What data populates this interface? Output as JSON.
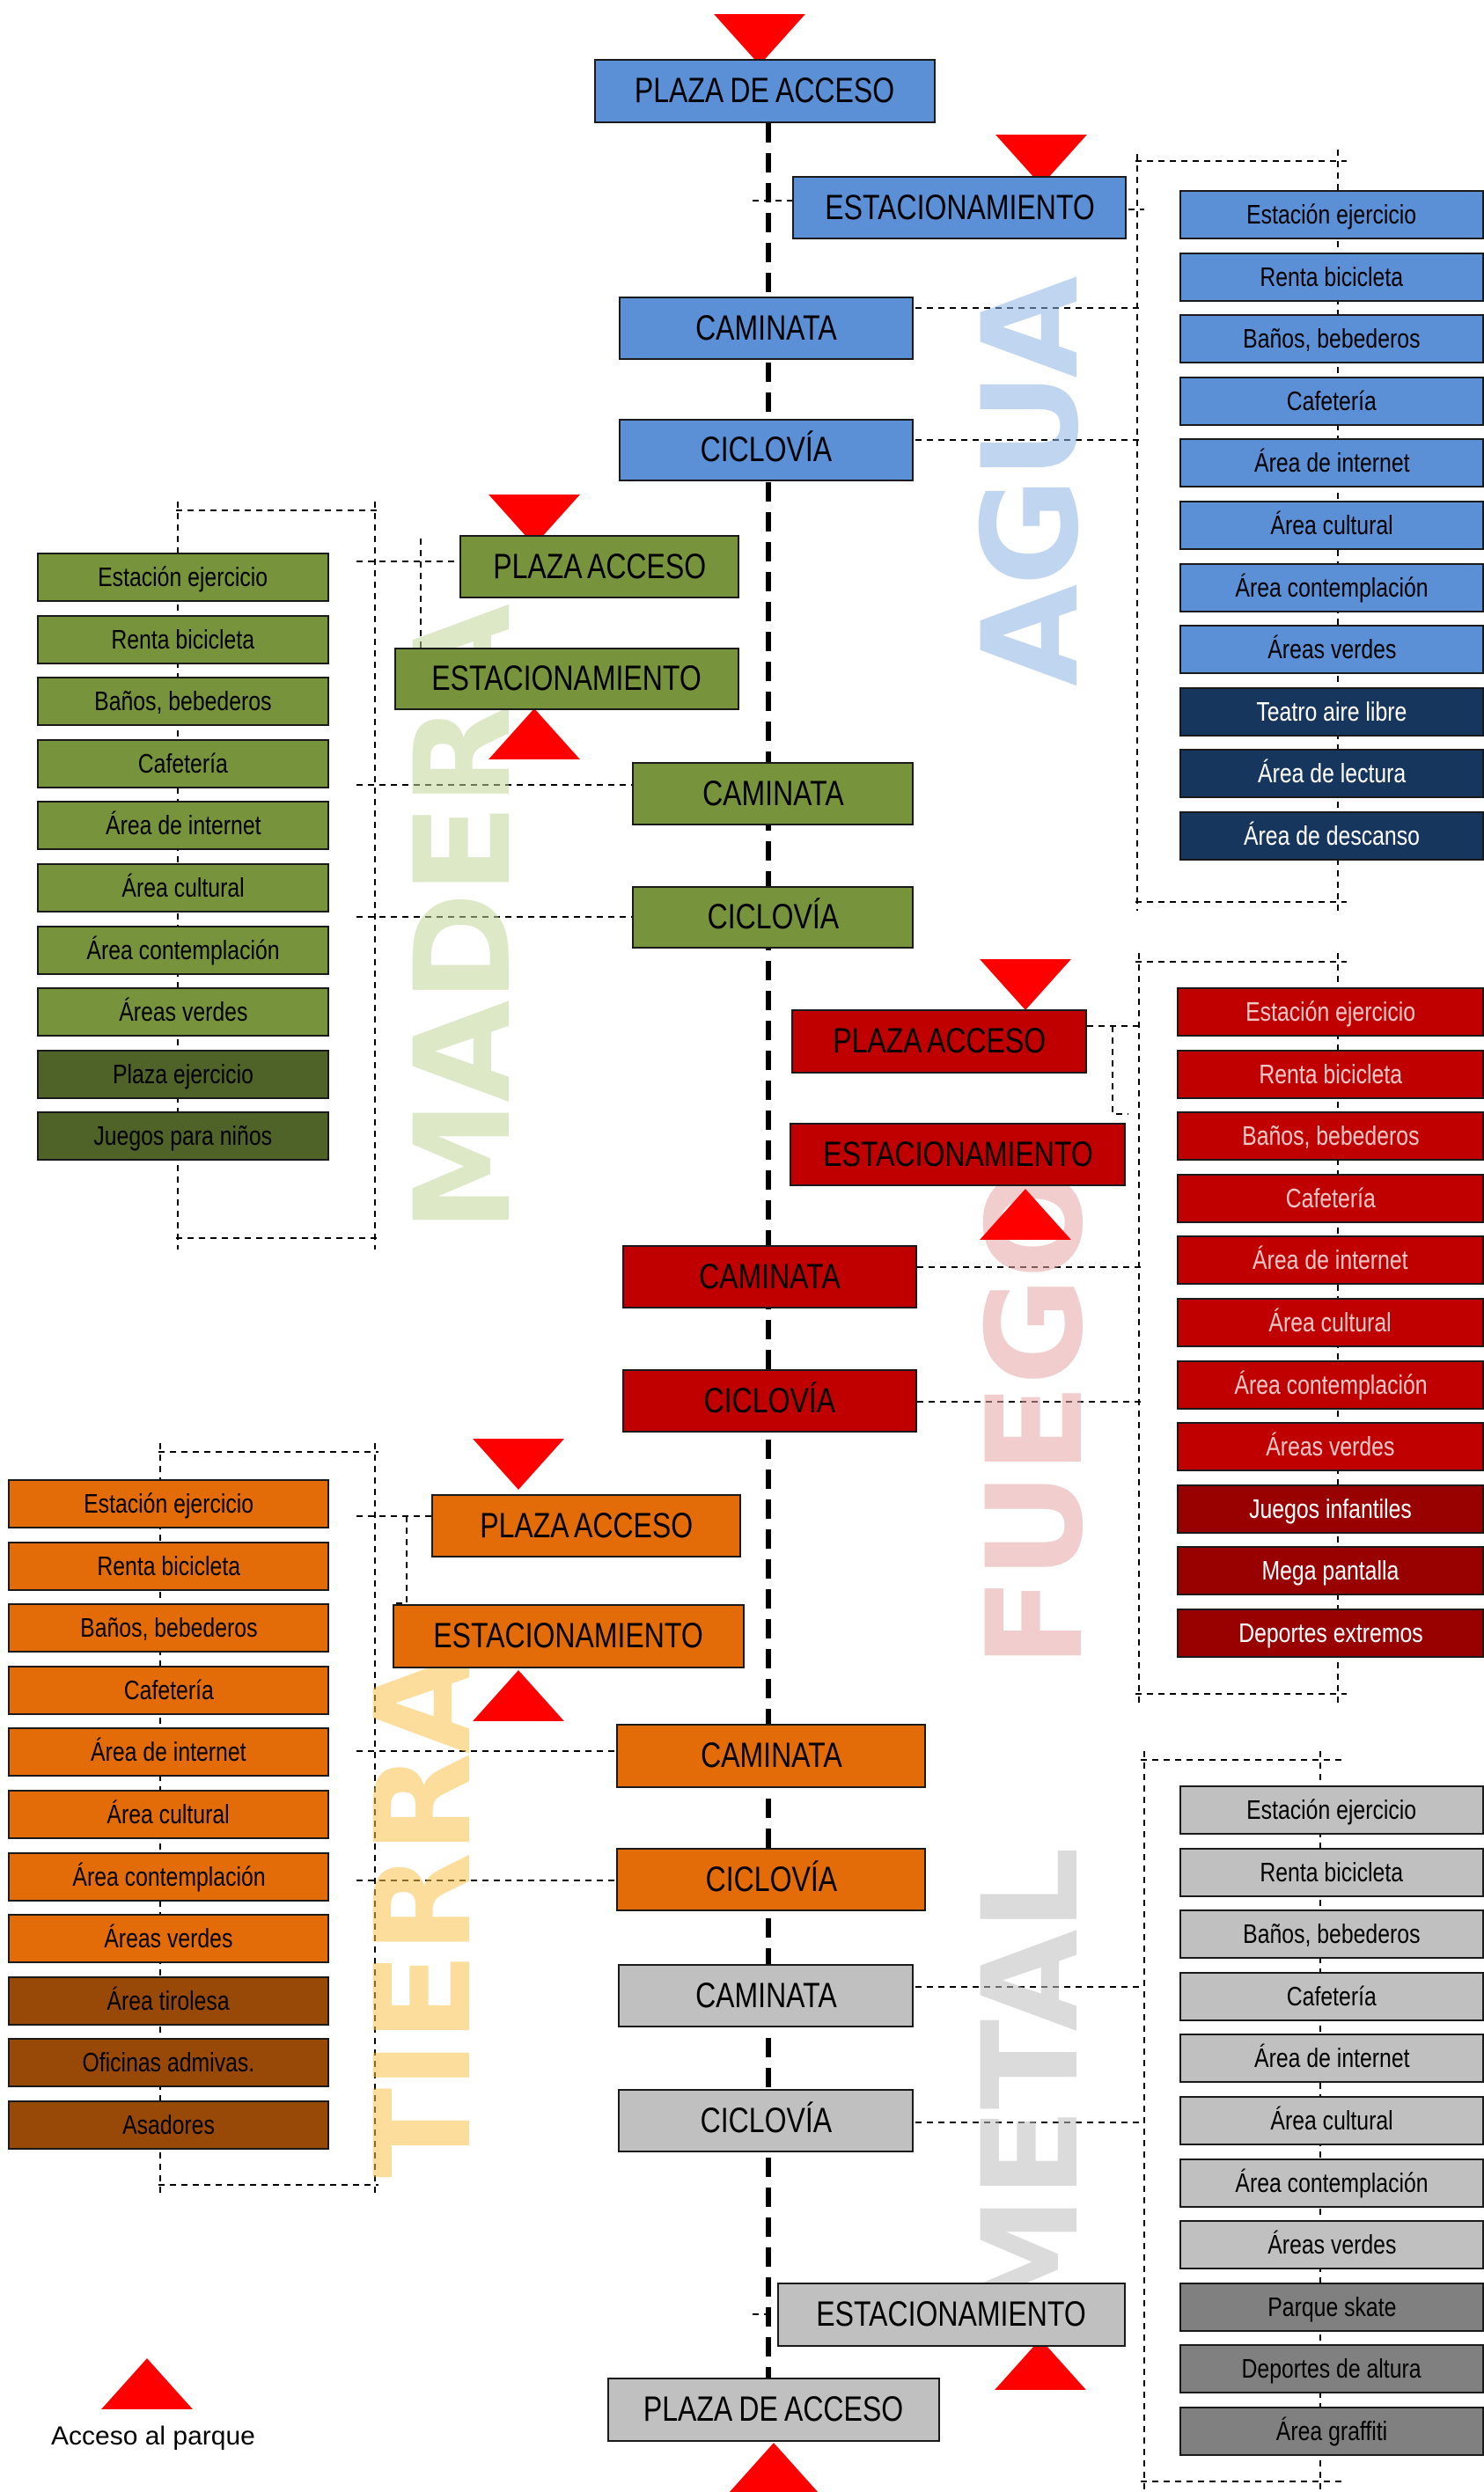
{
  "labels": {
    "plaza_de_acceso": "PLAZA DE ACCESO",
    "plaza_acceso": "PLAZA ACCESO",
    "estacionamiento": "ESTACIONAMIENTO",
    "caminata": "CAMINATA",
    "ciclovia": "CICLOVÍA"
  },
  "zones": {
    "agua": {
      "name": "AGUA",
      "color": "#5b8fd6",
      "dark_color": "#17365d",
      "items": [
        "Estación ejercicio",
        "Renta bicicleta",
        "Baños, bebederos",
        "Cafetería",
        "Área de internet",
        "Área cultural",
        "Área contemplación",
        "Áreas verdes",
        "Teatro aire libre",
        "Área de lectura",
        "Área de descanso"
      ]
    },
    "madera": {
      "name": "MADERA",
      "color": "#77933c",
      "dark_color": "#4f6228",
      "items": [
        "Estación ejercicio",
        "Renta bicicleta",
        "Baños, bebederos",
        "Cafetería",
        "Área de internet",
        "Área cultural",
        "Área contemplación",
        "Áreas verdes",
        "Plaza ejercicio",
        "Juegos para niños"
      ]
    },
    "fuego": {
      "name": "FUEGO",
      "color": "#c00000",
      "dark_color": "#990000",
      "items": [
        "Estación ejercicio",
        "Renta bicicleta",
        "Baños, bebederos",
        "Cafetería",
        "Área de internet",
        "Área cultural",
        "Área contemplación",
        "Áreas verdes",
        "Juegos infantiles",
        "Mega pantalla",
        "Deportes extremos"
      ]
    },
    "tierra": {
      "name": "TIERRA",
      "color": "#e36c09",
      "dark_color": "#984807",
      "items": [
        "Estación ejercicio",
        "Renta bicicleta",
        "Baños, bebederos",
        "Cafetería",
        "Área de internet",
        "Área cultural",
        "Área contemplación",
        "Áreas verdes",
        "Área tirolesa",
        "Oficinas admivas.",
        "Asadores"
      ]
    },
    "metal": {
      "name": "METAL",
      "color": "#c0c0c0",
      "dark_color": "#808080",
      "items": [
        "Estación ejercicio",
        "Renta bicicleta",
        "Baños, bebederos",
        "Cafetería",
        "Área de internet",
        "Área cultural",
        "Área contemplación",
        "Áreas verdes",
        "Parque skate",
        "Deportes de altura",
        "Área graffiti"
      ]
    }
  },
  "legend": {
    "label": "Acceso  al parque",
    "color": "#ff0000"
  }
}
